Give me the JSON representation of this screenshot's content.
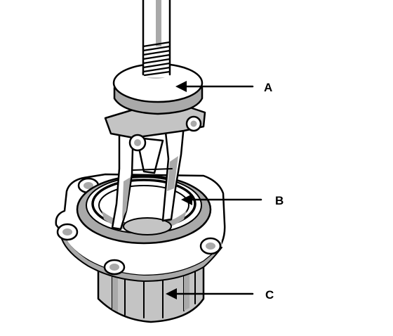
{
  "diagram": {
    "callouts": [
      {
        "id": "a",
        "label": "A",
        "part": "puller-head"
      },
      {
        "id": "b",
        "label": "B",
        "part": "bearing-race"
      },
      {
        "id": "c",
        "label": "C",
        "part": "housing"
      }
    ]
  }
}
